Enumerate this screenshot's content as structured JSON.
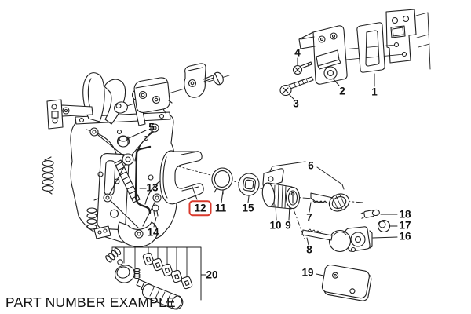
{
  "caption": "PART NUMBER EXAMPLE",
  "diagram": {
    "type": "exploded-parts-diagram",
    "subject": "door lock, latch and lock cylinder assembly",
    "background_color": "#ffffff",
    "line_color": "#1e1e1e",
    "highlight_color": "#d9392c",
    "highlighted_part": "12"
  },
  "parts": [
    {
      "num": "1"
    },
    {
      "num": "2"
    },
    {
      "num": "3"
    },
    {
      "num": "4"
    },
    {
      "num": "5"
    },
    {
      "num": "6"
    },
    {
      "num": "7"
    },
    {
      "num": "8"
    },
    {
      "num": "9"
    },
    {
      "num": "10"
    },
    {
      "num": "11"
    },
    {
      "num": "12",
      "highlighted": true
    },
    {
      "num": "13"
    },
    {
      "num": "14"
    },
    {
      "num": "15"
    },
    {
      "num": "16"
    },
    {
      "num": "17"
    },
    {
      "num": "18"
    },
    {
      "num": "19"
    },
    {
      "num": "20"
    }
  ]
}
